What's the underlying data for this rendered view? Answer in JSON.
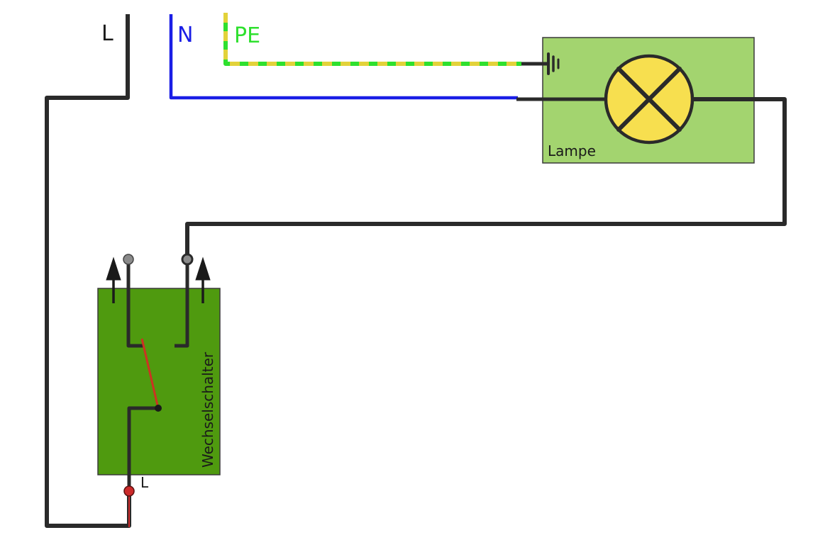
{
  "labels": {
    "line": "L",
    "neutral": "N",
    "protective_earth": "PE",
    "lamp": "Lampe",
    "switch": "Wechselschalter",
    "switch_common": "L"
  },
  "colors": {
    "background": "#ffffff",
    "wire_black": "#2a2a2a",
    "wire_neutral": "#1a1ee6",
    "wire_pe_green": "#2ee02e",
    "wire_pe_yellow": "#e2d23a",
    "label_pe": "#2ee02e",
    "label_neutral": "#1a1ee6",
    "lamp_box": "#a3d46f",
    "lamp_bulb": "#f7df4f",
    "switch_box": "#4f9a0f",
    "switch_lever": "#cc3322",
    "terminal_grey": "#8a8a8a",
    "terminal_red": "#cc2a2a"
  }
}
